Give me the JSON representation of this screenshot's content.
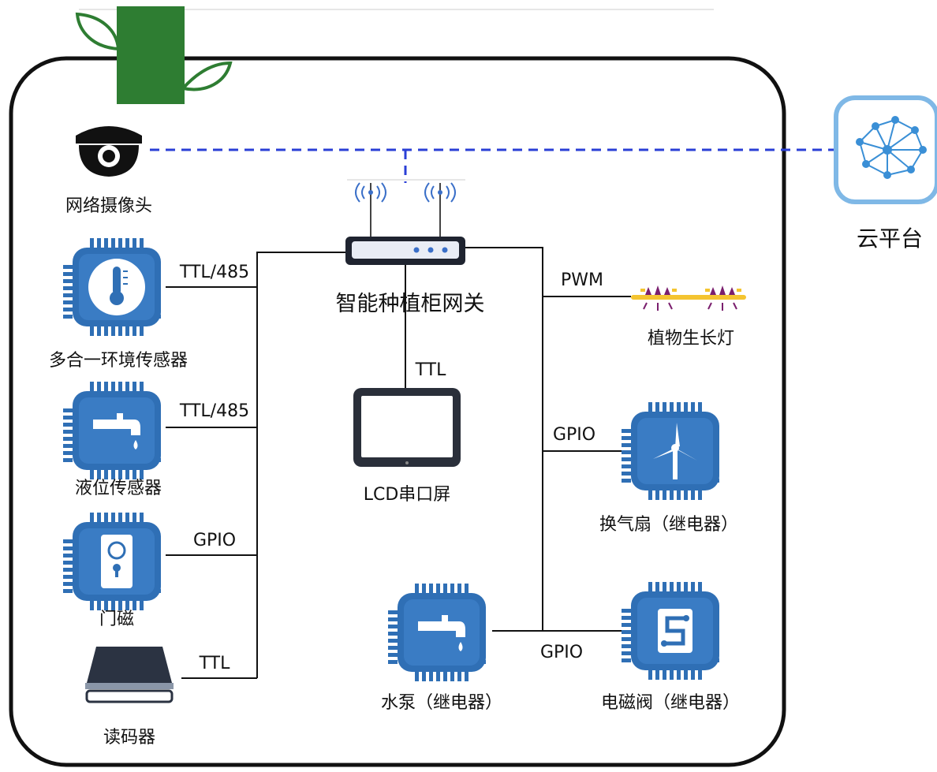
{
  "colors": {
    "chip_blue": "#2f6fb5",
    "chip_dark": "#1f5596",
    "leaf_green": "#2e7d32",
    "cloud_border": "#7fb8e6",
    "cloud_blue": "#3a8fd6",
    "dashed_link": "#2a3fd6",
    "lamp_purple": "#7a1f6e",
    "lamp_yellow": "#f4c430"
  },
  "nodes": {
    "camera": {
      "label": "网络摄像头",
      "icon": "camera-icon"
    },
    "env_sensor": {
      "label": "多合一环境传感器",
      "icon": "thermometer-chip-icon"
    },
    "level_sensor": {
      "label": "液位传感器",
      "icon": "faucet-chip-icon"
    },
    "door_sensor": {
      "label": "门磁",
      "icon": "door-chip-icon"
    },
    "code_reader": {
      "label": "读码器",
      "icon": "scanner-icon"
    },
    "gateway": {
      "label": "智能种植柜网关",
      "icon": "router-icon"
    },
    "lcd": {
      "label": "LCD串口屏",
      "icon": "tablet-icon"
    },
    "grow_light": {
      "label": "植物生长灯",
      "icon": "grow-light-icon"
    },
    "fan": {
      "label": "换气扇（继电器）",
      "icon": "fan-chip-icon"
    },
    "pump": {
      "label": "水泵（继电器）",
      "icon": "faucet-chip-icon"
    },
    "valve": {
      "label": "电磁阀（继电器）",
      "icon": "valve-chip-icon"
    },
    "cloud": {
      "label": "云平台",
      "icon": "cloud-brain-icon"
    }
  },
  "links": {
    "env": "TTL/485",
    "level": "TTL/485",
    "door": "GPIO",
    "reader": "TTL",
    "lcd": "TTL",
    "light": "PWM",
    "fan": "GPIO",
    "pump_valve": "GPIO"
  }
}
